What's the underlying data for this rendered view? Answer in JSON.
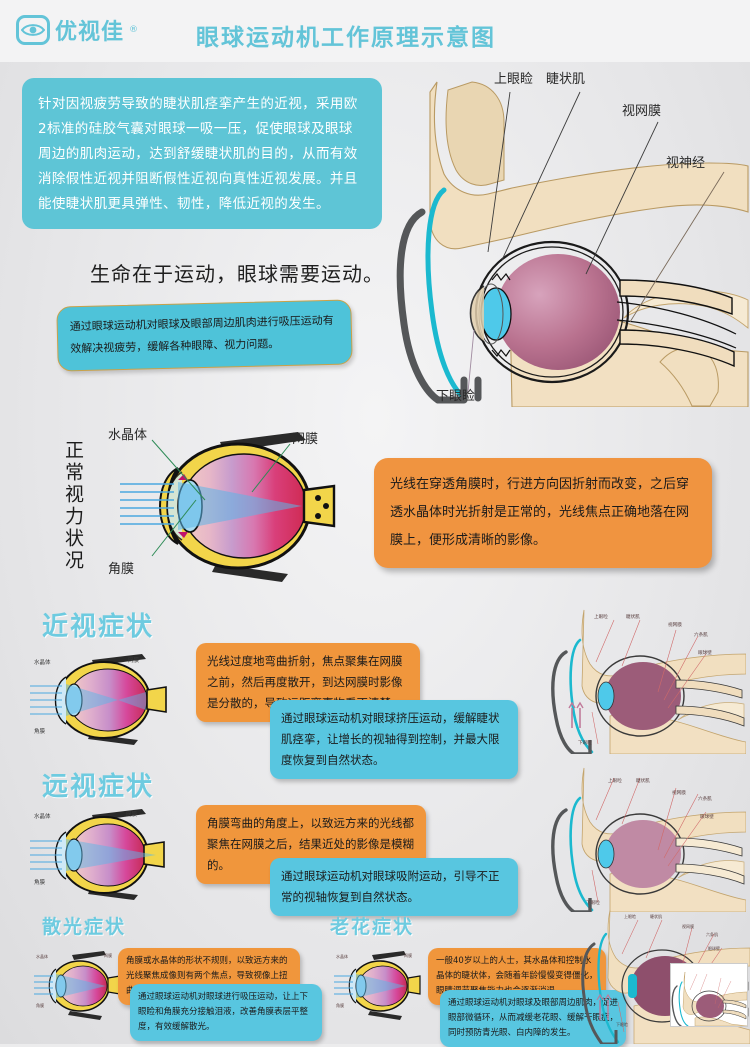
{
  "header": {
    "brand": "优视佳",
    "registered": "®",
    "title": "眼球运动机工作原理示意图",
    "brand_color": "#63c4d8",
    "logo_icon": "eye-icon"
  },
  "intro": {
    "text": "针对因视疲劳导致的睫状肌痉挛产生的近视，采用欧2标准的硅胶气囊对眼球一吸一压，促使眼球及眼球周边的肌肉运动，达到舒缓睫状肌的目的，从而有效消除假性近视并阻断假性近视向真性近视发展。并且能使睫状肌更具弹性、韧性，降低近视的发生。",
    "bg_color": "#5ec5d6"
  },
  "slogan": "生命在于运动，眼球需要运动。",
  "bubble_teal": "通过眼球运动机对眼球及眼部周边肌肉进行吸压运动有效解决视疲劳，缓解各种眼障、视力问题。",
  "head_anatomy": {
    "labels": {
      "upper_eyelid": "上眼睑",
      "ciliary_muscle": "睫状肌",
      "retina": "视网膜",
      "optic_nerve": "视神经",
      "lower_eyelid": "下眼睑"
    }
  },
  "normal_vision": {
    "vertical_label": "正常视力状况",
    "labels": {
      "lens": "水晶体",
      "retina": "网膜",
      "cornea": "角膜"
    },
    "callout": "光线在穿透角膜时，行进方向因折射而改变，之后穿透水晶体时光折射是正常的，光线焦点正确地落在网膜上，便形成清晰的影像。",
    "callout_color": "#f09440"
  },
  "myopia": {
    "title": "近视症状",
    "labels": {
      "lens": "水晶体",
      "retina": "网膜",
      "cornea": "角膜"
    },
    "callout_orange": "光线过度地弯曲折射，焦点聚集在网膜之前，然后再度散开，到达网膜时影像是分散的，导致远距离事物看不清楚。",
    "callout_teal": "通过眼球运动机对眼球挤压运动，缓解睫状肌痉挛，让增长的视轴得到控制，并最大限度恢复到自然状态。",
    "anatomy_labels": {
      "upper_eyelid": "上眼睑",
      "ciliary_muscle": "睫状肌",
      "retina": "视网膜",
      "six_muscles": "六条肌",
      "eye_axis": "眼球壁",
      "lower_eyelid": "下眼睑"
    }
  },
  "hyperopia": {
    "title": "远视症状",
    "labels": {
      "lens": "水晶体",
      "retina": "网膜",
      "cornea": "角膜"
    },
    "callout_orange": "角膜弯曲的角度上，以致远方来的光线都聚焦在网膜之后，结果近处的影像是模糊的。",
    "callout_teal": "通过眼球运动机对眼球吸附运动，引导不正常的视轴恢复到自然状态。",
    "anatomy_labels": {
      "upper_eyelid": "上眼睑",
      "ciliary_muscle": "睫状肌",
      "retina": "视网膜",
      "six_muscles": "六条肌",
      "eye_axis": "眼球壁",
      "lower_eyelid": "下眼睑"
    }
  },
  "astigmatism": {
    "title": "散光症状",
    "labels": {
      "lens": "水晶体",
      "retina": "网膜",
      "cornea": "角膜"
    },
    "callout_orange": "角膜或水晶体的形状不规则，以致远方来的光线聚焦成像则有两个焦点，导致视像上扭曲变形。",
    "callout_teal": "通过眼球运动机对眼球进行吸压运动，让上下眼睑和角膜充分接触泪液，改善角膜表层平整度，有效缓解散光。"
  },
  "presbyopia": {
    "title": "老花症状",
    "labels": {
      "lens": "水晶体",
      "retina": "网膜",
      "cornea": "角膜"
    },
    "callout_orange": "一般40岁以上的人士，其水晶体和控制水晶体的睫状体，会随着年龄慢慢变得僵化，眼睛调节聚焦能力也会逐渐消退。",
    "callout_teal": "通过眼球运动机对眼球及眼部周边肌肉，促进眼部微循环，从而减缓老花眼、缓解干眼症，同时预防青光眼、白内障的发生。",
    "anatomy_labels": {
      "upper_eyelid": "上眼睑",
      "ciliary_muscle": "睫状肌",
      "retina": "视网膜",
      "six_muscles": "六条肌",
      "eye_axis": "眼球壁",
      "lower_eyelid": "下眼睑"
    }
  },
  "colors": {
    "brand_teal": "#63c4d8",
    "callout_orange": "#f09440",
    "callout_teal": "#58c6e0",
    "page_bg": "#ececee"
  }
}
